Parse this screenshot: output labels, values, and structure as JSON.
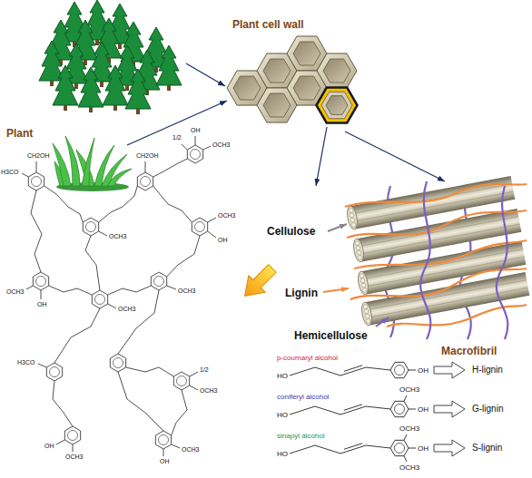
{
  "diagram": {
    "nodes": [
      {
        "text": [
          "Plant"
        ]
      },
      {
        "text": [
          "Plant cell wall"
        ]
      },
      {
        "text": [
          "Macrofibril"
        ]
      }
    ],
    "edges": [
      {
        "from": 0,
        "to": 1,
        "arrow": "to"
      },
      {
        "from": 1,
        "to": 2,
        "arrow": "to"
      }
    ],
    "labels": [
      "Cellulose",
      "Lignin",
      "Hemicellulose",
      "CH2OH",
      "H3CO",
      "OCH3",
      "CH2OH",
      "OH",
      "OCH3",
      "1/2",
      "OCH3",
      "OH",
      "OCH3",
      "OH",
      "OCH3",
      "OCH3",
      "H3CO",
      "1/2",
      "OCH3",
      "OCH3",
      "OH",
      "OCH3",
      "OH",
      "p-coumaryl alcohol",
      "HO",
      "OH",
      "H-lignin",
      "coniferyl alcohol",
      "HO",
      "OCH3",
      "OH",
      "G-lignin",
      "sinapyl alcohol",
      "HO",
      "OCH3",
      "OH",
      "OCH3",
      "S-lignin"
    ]
  }
}
